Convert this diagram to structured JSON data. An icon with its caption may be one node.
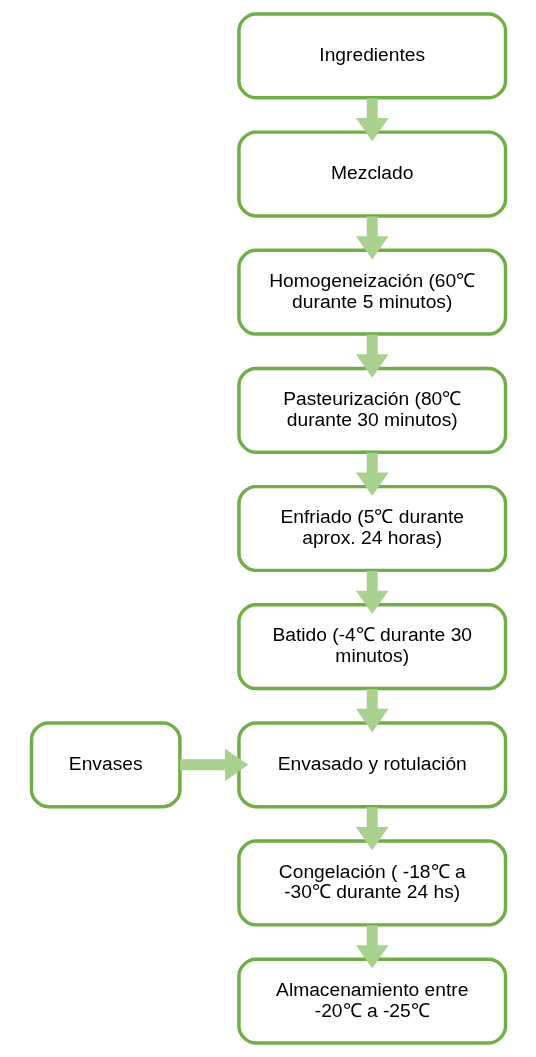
{
  "diagram": {
    "nodes": [
      {
        "text": [
          "Ingredientes"
        ]
      },
      {
        "text": [
          "Mezclado"
        ]
      },
      {
        "text": [
          "Homogeneización (60℃ durante 5 minutos)"
        ]
      },
      {
        "text": [
          "Pasteurización (80℃ durante 30 minutos)"
        ]
      },
      {
        "text": [
          "Enfriado (5℃ durante aprox. 24 horas)"
        ]
      },
      {
        "text": [
          "Batido (-4℃ durante 30 minutos)"
        ]
      },
      {
        "text": [
          "Envases"
        ]
      },
      {
        "text": [
          "Envasado y rotulación"
        ]
      },
      {
        "text": [
          "Congelación ( -18℃ a -30℃ durante 24 hs)"
        ]
      },
      {
        "text": [
          "Almacenamiento entre -20℃ a -25℃"
        ]
      }
    ],
    "edges": [
      {
        "from": 0,
        "to": 1,
        "arrow": "to"
      },
      {
        "from": 1,
        "to": 2,
        "arrow": "to"
      },
      {
        "from": 2,
        "to": 3,
        "arrow": "to"
      },
      {
        "from": 3,
        "to": 4,
        "arrow": "to"
      },
      {
        "from": 4,
        "to": 5,
        "arrow": "to"
      },
      {
        "from": 5,
        "to": 7,
        "arrow": "to"
      },
      {
        "from": 6,
        "to": 7,
        "arrow": "to"
      },
      {
        "from": 7,
        "to": 8,
        "arrow": "to"
      },
      {
        "from": 8,
        "to": 9,
        "arrow": "to"
      }
    ]
  }
}
